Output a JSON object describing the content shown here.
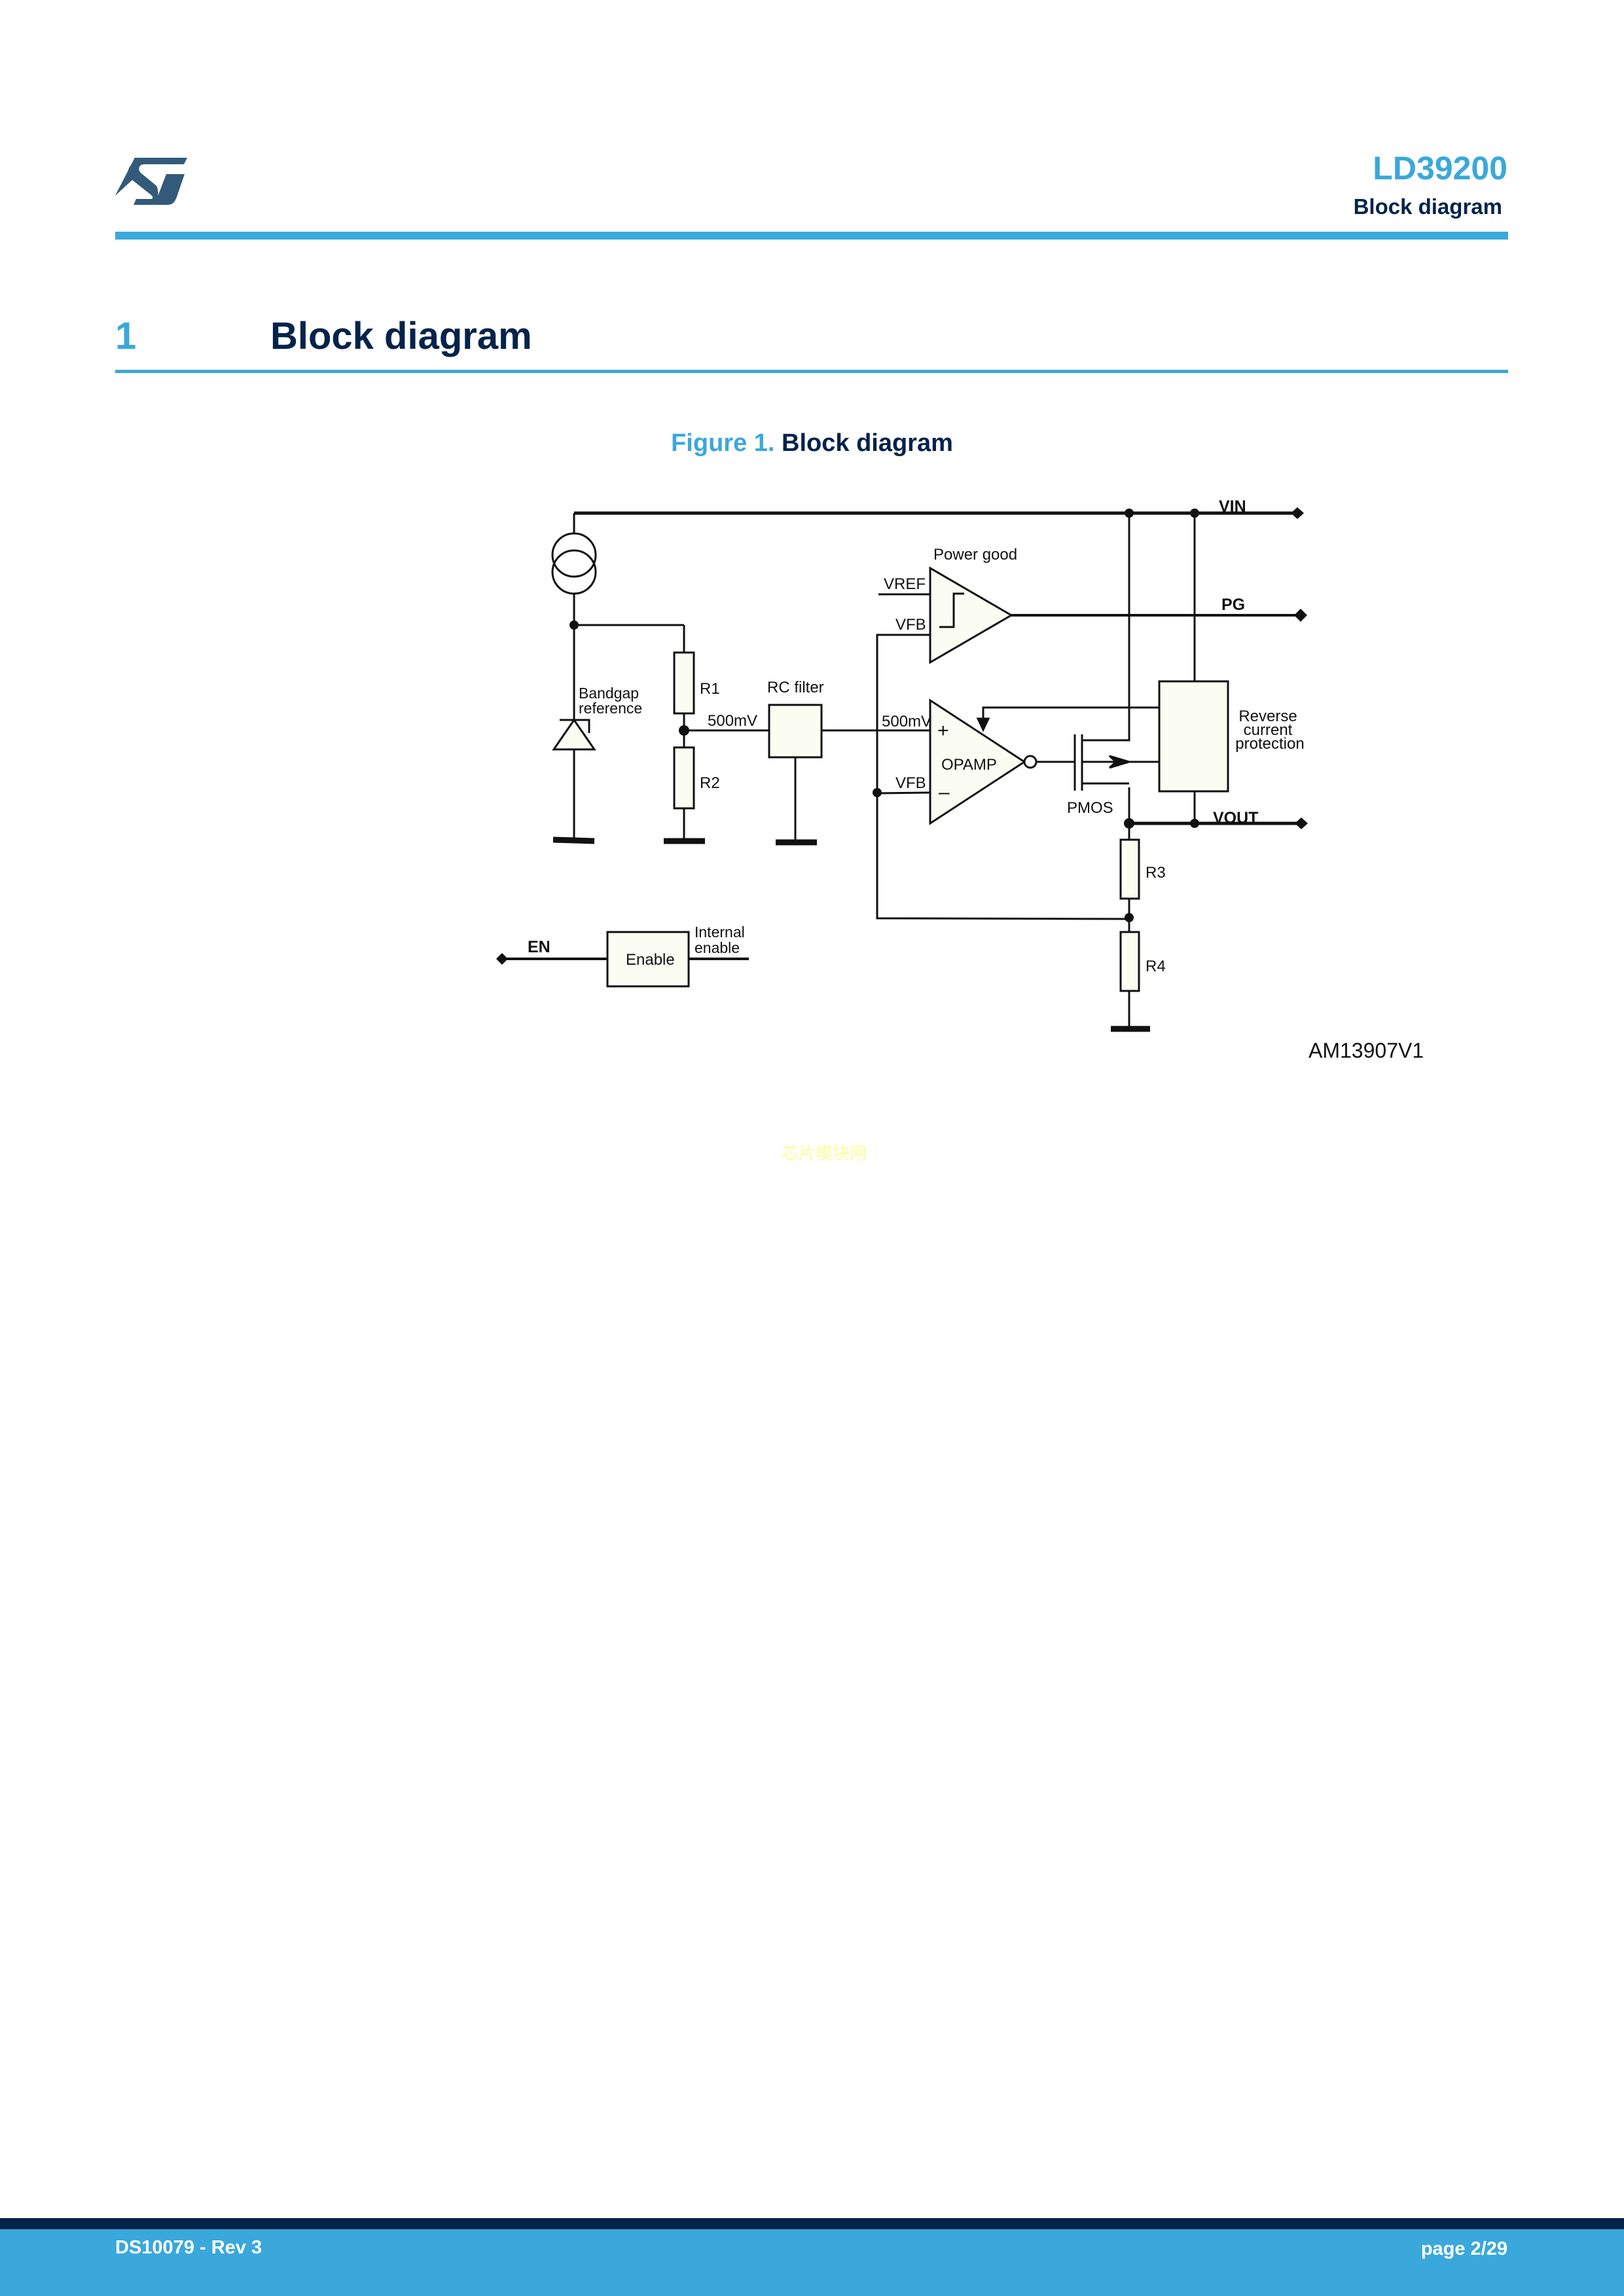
{
  "header": {
    "logo": "st-logo-icon",
    "product": "LD39200",
    "section": "Block diagram"
  },
  "section": {
    "number": "1",
    "title": "Block diagram"
  },
  "figure": {
    "number_label": "Figure 1.",
    "title": "Block diagram",
    "id": "AM13907V1",
    "labels": {
      "vin": "VIN",
      "pg": "PG",
      "vout": "VOUT",
      "en": "EN",
      "power_good": "Power good",
      "vref": "VREF",
      "vfb_pg": "VFB",
      "vfb_amp": "VFB",
      "bandgap_1": "Bandgap",
      "bandgap_2": "reference",
      "r1": "R1",
      "r2": "R2",
      "r3": "R3",
      "r4": "R4",
      "rc_filter": "RC filter",
      "mv_left": "500mV",
      "mv_right": "500mV",
      "plus": "+",
      "minus": "–",
      "opamp": "OPAMP",
      "pmos": "PMOS",
      "rcp_1": "Reverse",
      "rcp_2": "current",
      "rcp_3": "protection",
      "enable": "Enable",
      "internal_1": "Internal",
      "internal_2": "enable"
    }
  },
  "watermark": "芯片模块网",
  "footer": {
    "doc": "DS10079 - Rev 3",
    "page": "page 2/29"
  },
  "colors": {
    "accent": "#3aa8da",
    "navy": "#03234b",
    "logo": "#335a7a",
    "component_fill": "#fbfdf2"
  }
}
